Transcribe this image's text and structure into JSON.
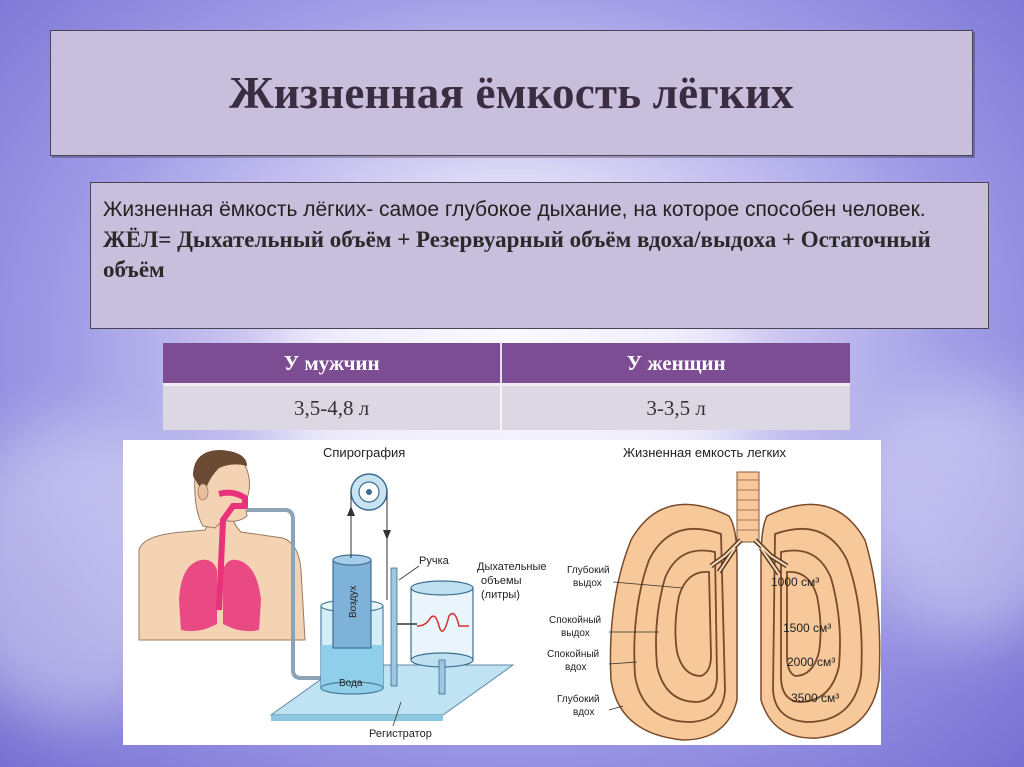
{
  "title": "Жизненная ёмкость лёгких",
  "definition": {
    "text": "Жизненная ёмкость лёгких- самое глубокое дыхание, на которое способен человек.",
    "formula": "ЖЁЛ= Дыхательный объём + Резервуарный объём вдоха/выдоха + Остаточный объём"
  },
  "table": {
    "headers": [
      "У мужчин",
      "У женщин"
    ],
    "rows": [
      [
        "3,5-4,8 л",
        "3-3,5 л"
      ]
    ]
  },
  "figure": {
    "left": {
      "title": "Спирография",
      "labels": {
        "handle": "Ручка",
        "volumes_line1": "Дыхательные",
        "volumes_line2": "объемы",
        "volumes_line3": "(литры)",
        "air": "Воздух",
        "water": "Вода",
        "recorder": "Регистратор"
      }
    },
    "right": {
      "title": "Жизненная емкость легких",
      "labels": {
        "deep_exhale_1": "Глубокий",
        "deep_exhale_2": "выдох",
        "calm_exhale_1": "Спокойный",
        "calm_exhale_2": "выдох",
        "calm_inhale_1": "Спокойный",
        "calm_inhale_2": "вдох",
        "deep_inhale_1": "Глубокий",
        "deep_inhale_2": "вдох",
        "v1000": "1000 см³",
        "v1500": "1500 см³",
        "v2000": "2000 см³",
        "v3500": "3500 см³"
      }
    }
  },
  "colors": {
    "box_bg": "#c8bfdc",
    "table_header": "#7d4d94",
    "table_row": "#ddd7e3",
    "lung_fill": "#f6c89a",
    "lung_pink": "#e8327a"
  }
}
